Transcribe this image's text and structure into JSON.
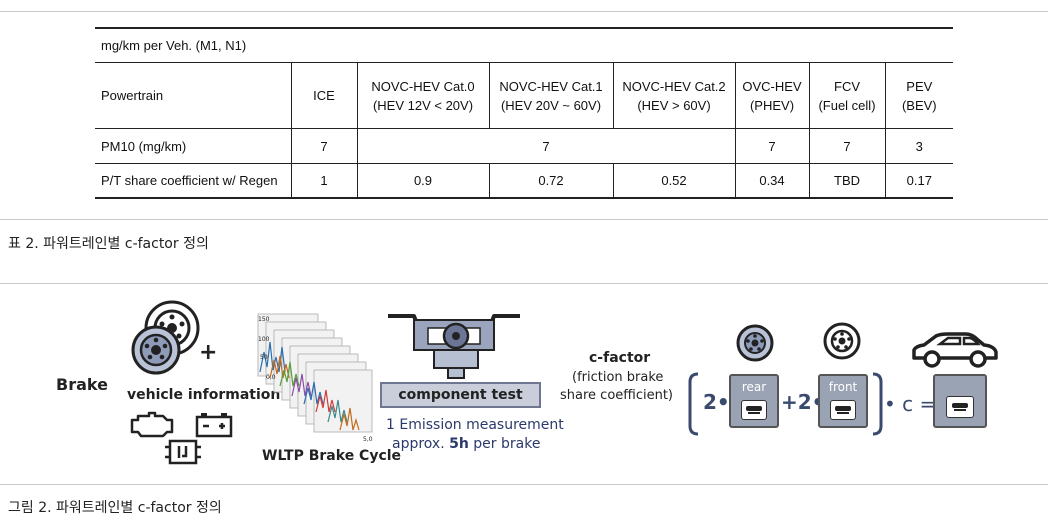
{
  "table": {
    "unit_label": "mg/km per Veh. (M1, N1)",
    "header_label": "Powertrain",
    "columns": [
      {
        "line1": "ICE",
        "line2": ""
      },
      {
        "line1": "NOVC-HEV Cat.0",
        "line2": "(HEV 12V < 20V)"
      },
      {
        "line1": "NOVC-HEV Cat.1",
        "line2": "(HEV 20V ~ 60V)"
      },
      {
        "line1": "NOVC-HEV Cat.2",
        "line2": "(HEV > 60V)"
      },
      {
        "line1": "OVC-HEV",
        "line2": "(PHEV)"
      },
      {
        "line1": "FCV",
        "line2": "(Fuel cell)"
      },
      {
        "line1": "PEV",
        "line2": "(BEV)"
      }
    ],
    "pm10": {
      "label": "PM10 (mg/km)",
      "ice": "7",
      "novc": "7",
      "ovc": "7",
      "fcv": "7",
      "pev": "3"
    },
    "share": {
      "label": "P/T share coefficient w/ Regen",
      "values": [
        "1",
        "0.9",
        "0.72",
        "0.52",
        "0.34",
        "TBD",
        "0.17"
      ]
    }
  },
  "table_caption": "표 2. 파워트레인별 c-factor 정의",
  "figure": {
    "brake_label": "Brake",
    "plus_sign": "+",
    "vehicle_info": "vehicle information",
    "wltp_label": "WLTP Brake Cycle",
    "chart_ticks": [
      "150",
      "100",
      "50",
      "0,0",
      "5,0"
    ],
    "component_test": "component test",
    "emission_line1": "1 Emission measurement",
    "emission_prefix": "approx. ",
    "emission_bold": "5h",
    "emission_suffix": " per brake",
    "cfactor_title": "c-factor",
    "cfactor_sub1": "(friction brake",
    "cfactor_sub2": "share coefficient)",
    "coef_rear": "2•",
    "rear_label": "rear",
    "coef_front": "+2•",
    "front_label": "front",
    "equation_tail": "• c =",
    "accent_color": "#3a4a6e"
  },
  "figure_caption": "그림 2. 파워트레인별 c-factor 정의"
}
